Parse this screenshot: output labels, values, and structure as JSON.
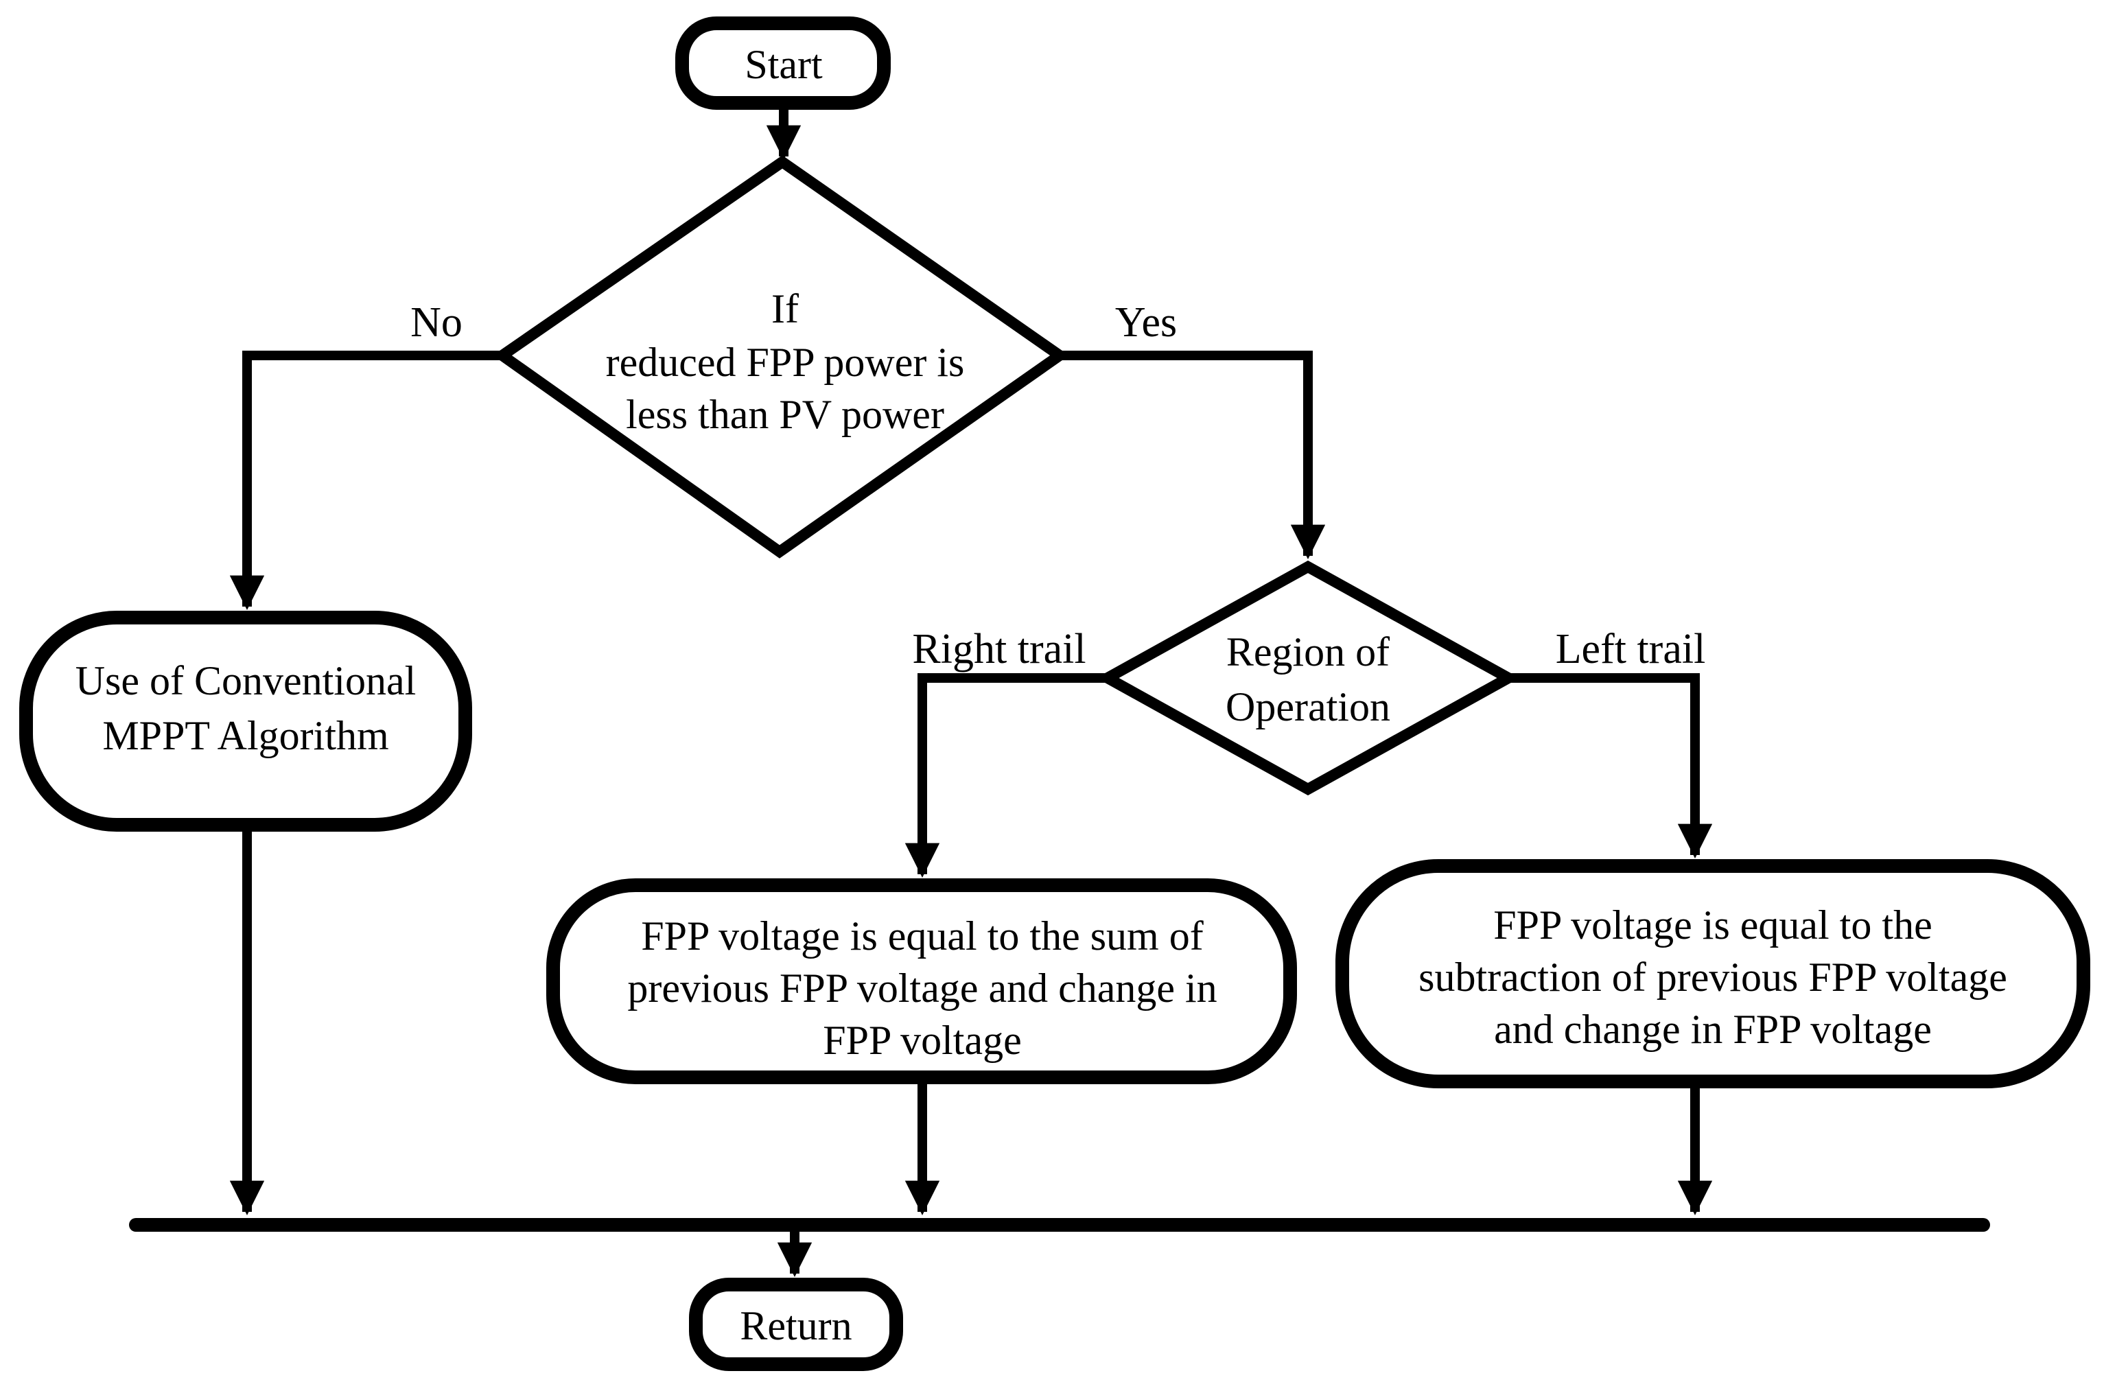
{
  "colors": {
    "ink": "#000000",
    "background": "#ffffff"
  },
  "nodes": {
    "start": {
      "label": "Start"
    },
    "power_decision": {
      "lines": [
        "If",
        "reduced FPP power is",
        "less than PV power"
      ]
    },
    "conventional_mppt": {
      "lines": [
        "Use of Conventional",
        "MPPT Algorithm"
      ]
    },
    "region_decision": {
      "lines": [
        "Region of",
        "Operation"
      ]
    },
    "right_trail_action": {
      "lines": [
        "FPP voltage is equal to the sum of",
        "previous FPP voltage and change in",
        "FPP voltage"
      ]
    },
    "left_trail_action": {
      "lines": [
        "FPP voltage is equal to the",
        "subtraction of previous FPP voltage",
        "and change in FPP voltage"
      ]
    },
    "return": {
      "label": "Return"
    }
  },
  "edge_labels": {
    "no": "No",
    "yes": "Yes",
    "right_trail": "Right trail",
    "left_trail": "Left trail"
  }
}
